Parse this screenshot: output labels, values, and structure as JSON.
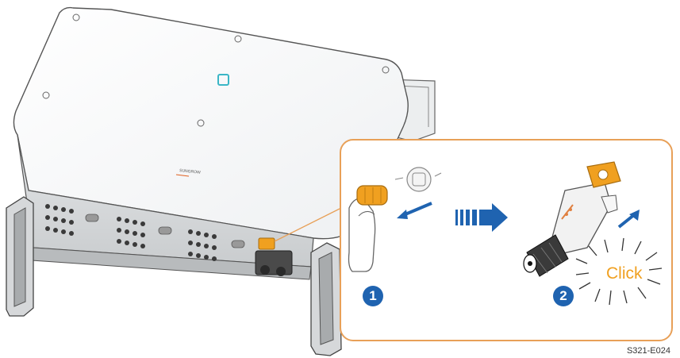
{
  "steps": [
    {
      "number": "1"
    },
    {
      "number": "2"
    }
  ],
  "click_text": "Click",
  "figure_code": "S321-E024",
  "logo_text": "SUNGROW",
  "colors": {
    "accent_orange": "#e8a058",
    "badge_blue": "#1f63b0",
    "arrow_blue": "#1f63b0",
    "connector_orange": "#f0a020",
    "line": "#555555",
    "panel_fill": "#ffffff"
  },
  "icons": [
    "inverter-illustration",
    "detail-callout",
    "hand-icon",
    "dust-cap-icon",
    "mc4-connector-icon",
    "right-arrow-icon"
  ]
}
